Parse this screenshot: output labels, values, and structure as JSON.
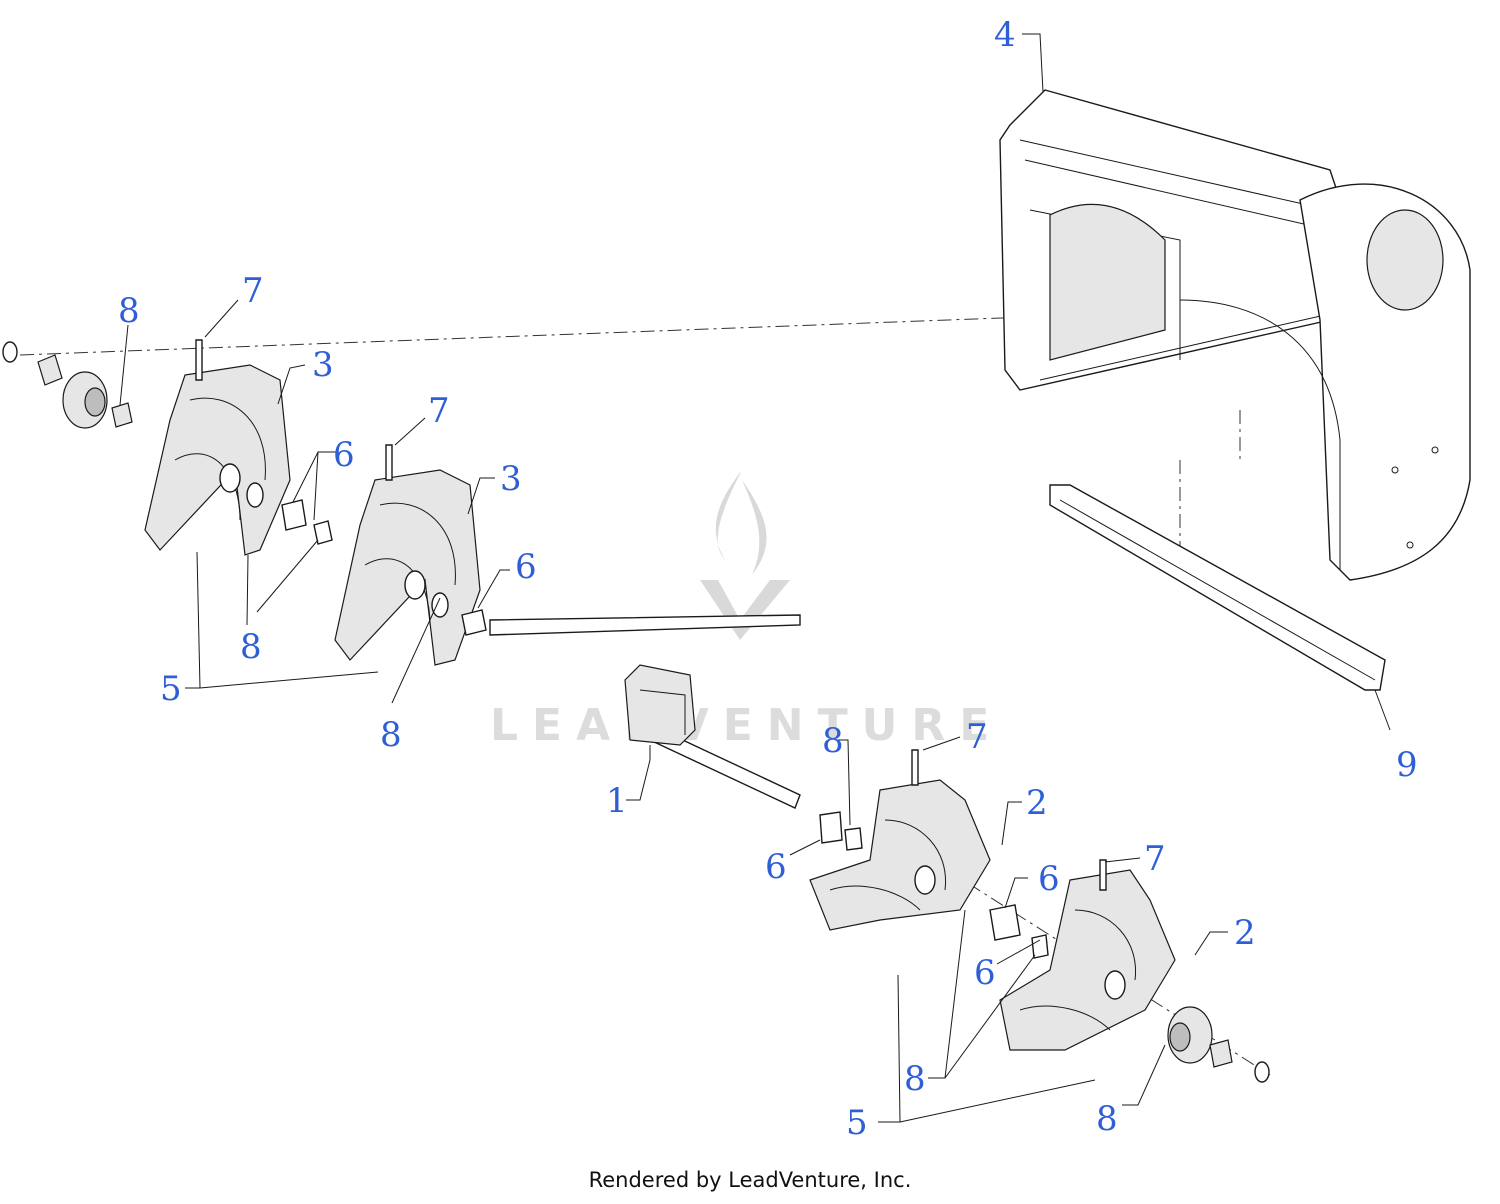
{
  "diagram": {
    "callouts": [
      {
        "id": "c4",
        "text": "4"
      },
      {
        "id": "c7a",
        "text": "7"
      },
      {
        "id": "c8a",
        "text": "8"
      },
      {
        "id": "c3a",
        "text": "3"
      },
      {
        "id": "c7b",
        "text": "7"
      },
      {
        "id": "c6a",
        "text": "6"
      },
      {
        "id": "c3b",
        "text": "3"
      },
      {
        "id": "c6b",
        "text": "6"
      },
      {
        "id": "c8b",
        "text": "8"
      },
      {
        "id": "c5a",
        "text": "5"
      },
      {
        "id": "c8c",
        "text": "8"
      },
      {
        "id": "c1",
        "text": "1"
      },
      {
        "id": "c8d",
        "text": "8"
      },
      {
        "id": "c7c",
        "text": "7"
      },
      {
        "id": "c2a",
        "text": "2"
      },
      {
        "id": "c9",
        "text": "9"
      },
      {
        "id": "c6c",
        "text": "6"
      },
      {
        "id": "c7d",
        "text": "7"
      },
      {
        "id": "c6d",
        "text": "6"
      },
      {
        "id": "c2b",
        "text": "2"
      },
      {
        "id": "c6e",
        "text": "6"
      },
      {
        "id": "c8e",
        "text": "8"
      },
      {
        "id": "c5b",
        "text": "5"
      },
      {
        "id": "c8f",
        "text": "8"
      }
    ],
    "callout_color": "#2f5fd6"
  },
  "watermark": {
    "text": "LEADVENTURE",
    "icon": "flame-v-logo"
  },
  "footer": {
    "text": "Rendered by LeadVenture, Inc."
  }
}
